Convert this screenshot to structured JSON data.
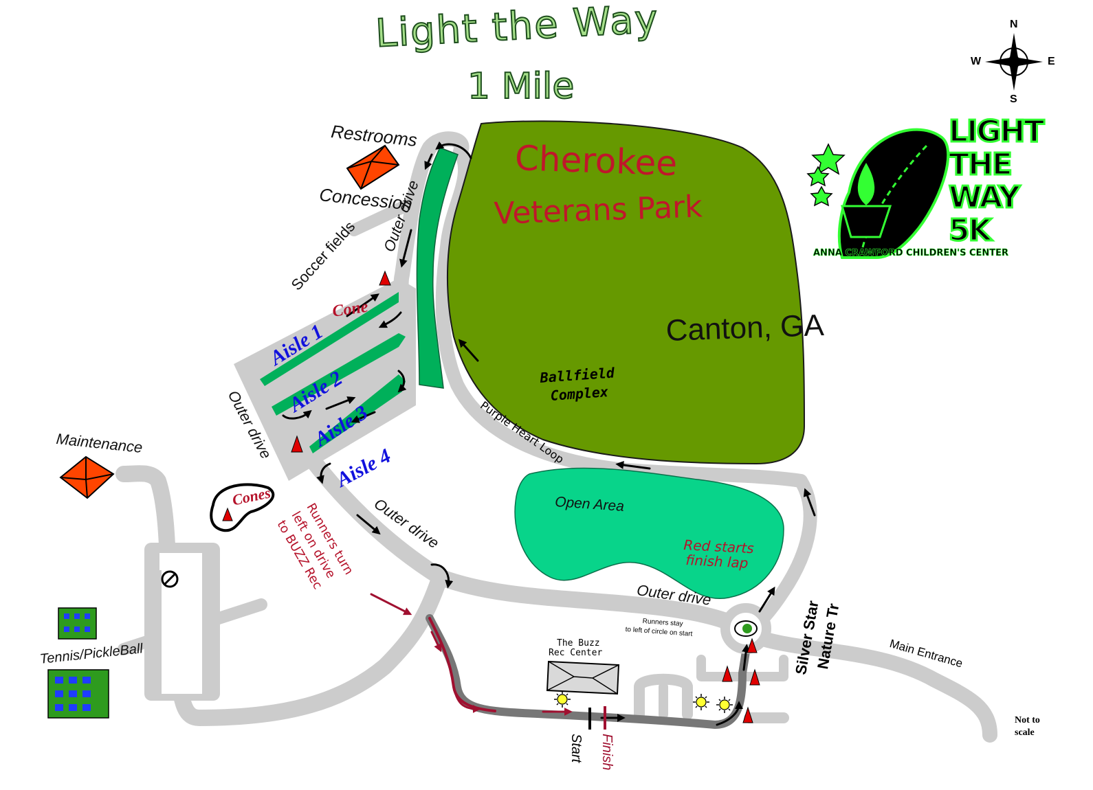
{
  "title": {
    "line1": "Light the Way",
    "line2": "1 Mile"
  },
  "park": {
    "line1": "Cherokee",
    "line2": "Veterans Park"
  },
  "city": "Canton, GA",
  "ballfield": {
    "line1": "Ballfield",
    "line2": "Complex"
  },
  "open_area": "Open Area",
  "red_starts": {
    "line1": "Red starts",
    "line2": "finish lap"
  },
  "places": {
    "restrooms": "Restrooms",
    "concession": "Concession",
    "soccer_fields": "Soccer fields",
    "maintenance": "Maintenance",
    "tennis": "Tennis/PickleBall",
    "cones": "Cones",
    "cone": "Cone",
    "buzz_line1": "The Buzz",
    "buzz_line2": "Rec Center",
    "silver_star_line1": "Silver Star",
    "silver_star_line2": "Nature Tr",
    "main_entrance": "Main Entrance",
    "not_to_scale_line1": "Not to",
    "not_to_scale_line2": "scale"
  },
  "roads": {
    "outer_drive": "Outer drive",
    "purple_heart_loop": "Purple Heart Loop"
  },
  "aisles": [
    "Aisle 1",
    "Aisle 2",
    "Aisle 3",
    "Aisle 4"
  ],
  "notes": {
    "runners_turn_line1": "Runners turn",
    "runners_turn_line2": "left on drive",
    "runners_turn_line3": "to BUZZ Rec",
    "runners_stay_line1": "Runners stay",
    "runners_stay_line2": "to left of circle on start"
  },
  "start_label": "Start",
  "finish_label": "Finish",
  "compass": {
    "n": "N",
    "s": "S",
    "e": "E",
    "w": "W"
  },
  "logo": {
    "line1": "LIGHT",
    "line2": "THE",
    "line3": "WAY",
    "line4": "5K",
    "org": "ANNA CRAWFORD CHILDREN'S CENTER"
  },
  "colors": {
    "park_green": "#669900",
    "open_area": "#08d48a",
    "aisle_green": "#00b05a",
    "road": "#cccccc",
    "route_dark": "#777777",
    "building_red": "#ff4500",
    "court_green": "#2e9b1e",
    "court_blue": "#1f3cff",
    "accent_red": "#b5122a",
    "logo_green": "#33ff33"
  }
}
